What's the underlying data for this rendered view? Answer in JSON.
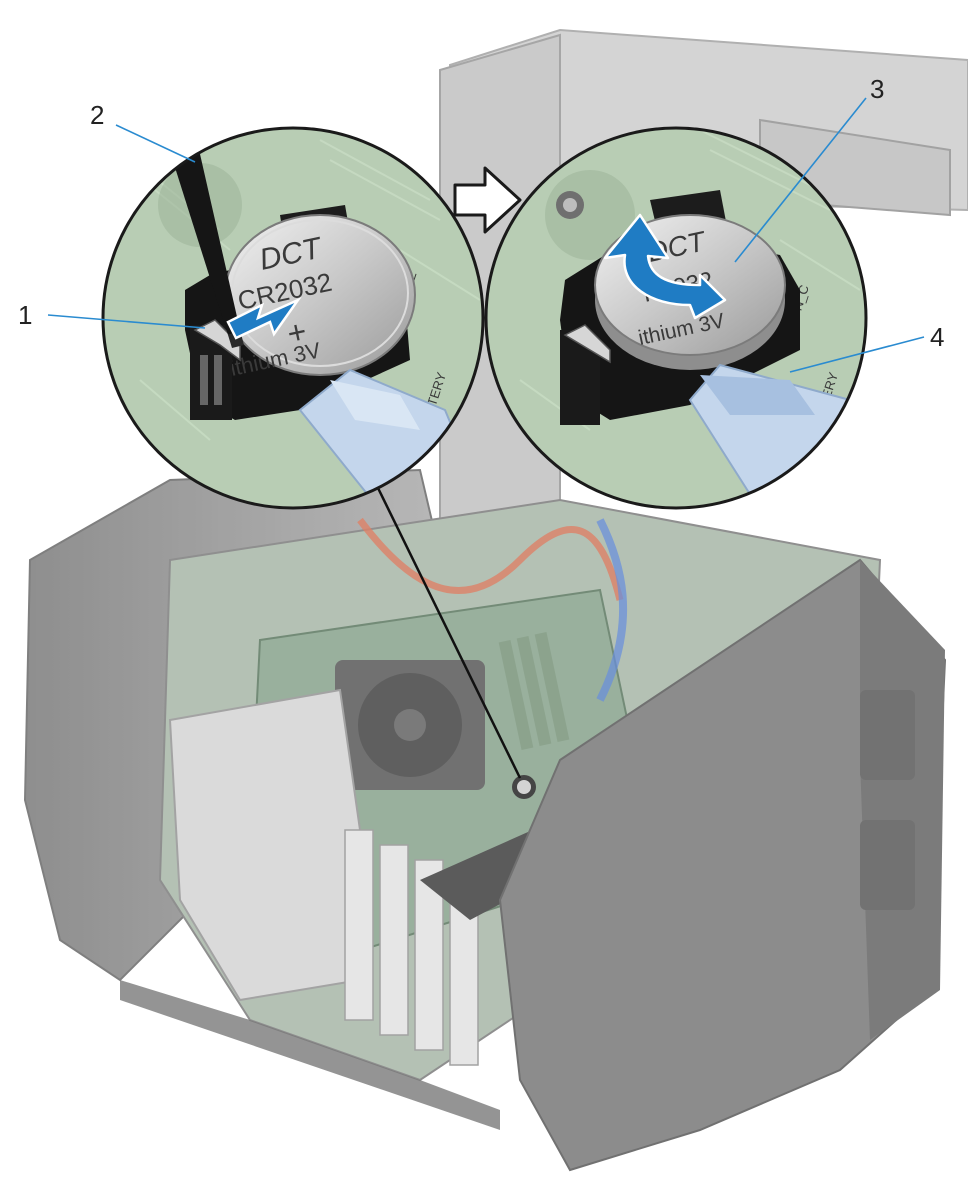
{
  "figure": {
    "callouts": [
      {
        "id": "1",
        "label": "1"
      },
      {
        "id": "2",
        "label": "2"
      },
      {
        "id": "3",
        "label": "3"
      },
      {
        "id": "4",
        "label": "4"
      }
    ],
    "battery_left": {
      "logo": "DCT",
      "model": "CR2032",
      "plus": "+",
      "chem": "ithium 3V"
    },
    "battery_right": {
      "logo": "DCT",
      "model": "R2032",
      "chem": "ithium 3V"
    },
    "board_left_label": "CON_CE",
    "board_left_label2": "BATTERY",
    "board_right_label": "CON_C",
    "board_right_label2": "BATTERY"
  },
  "colors": {
    "leader_line": "#2a8bd0",
    "arrow_blue": "#1f7cc4",
    "pcb_green": "#a9c6a4",
    "chassis_gray": "#8c8c8c"
  },
  "icons": [
    "screwdriver-icon",
    "pry-arrow-icon",
    "lift-arrow-icon",
    "step-arrow-icon"
  ]
}
